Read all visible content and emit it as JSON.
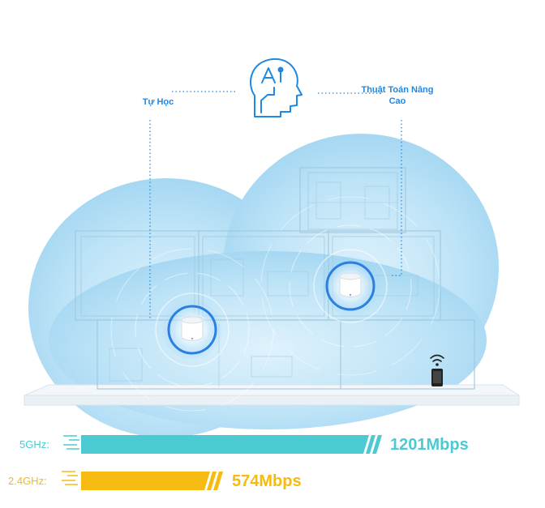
{
  "labels": {
    "self_learning": "Tự Học",
    "advanced_algorithm": "Thuật Toán Nâng Cao"
  },
  "bands": [
    {
      "label": "5GHz:",
      "speed": "1201Mbps",
      "color": "#4ccad2",
      "level": 0.78
    },
    {
      "label": "2.4GHz:",
      "speed": "574Mbps",
      "color": "#f6bb10",
      "level": 0.38
    }
  ],
  "colors": {
    "accent": "#1e88e5",
    "cloud": "#bfe4f7"
  },
  "icons": [
    "ai-head-icon",
    "router-icon",
    "wifi-icon",
    "phone-icon"
  ]
}
